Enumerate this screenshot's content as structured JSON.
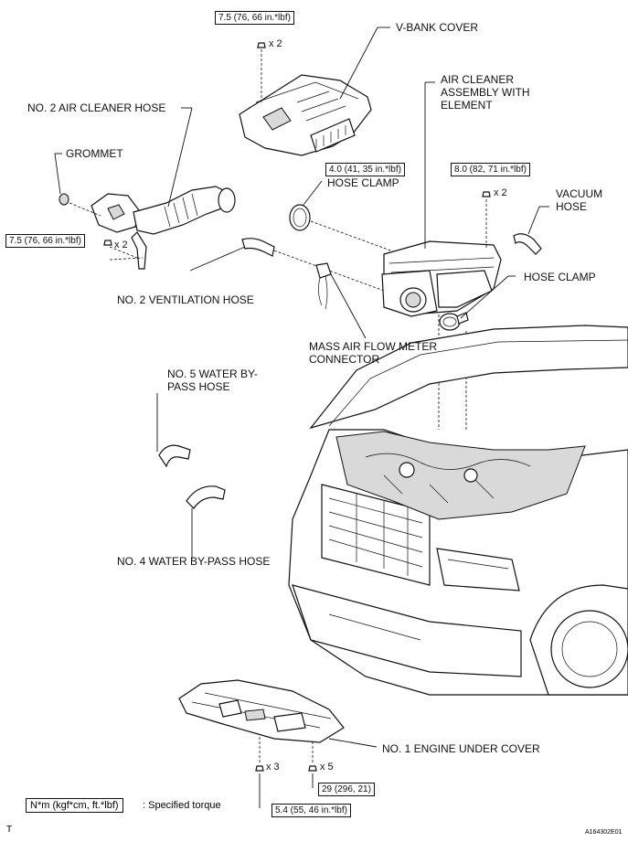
{
  "labels": {
    "v_bank_cover": "V-BANK COVER",
    "air_cleaner_assembly": "AIR CLEANER ASSEMBLY WITH ELEMENT",
    "no2_air_cleaner_hose": "NO. 2 AIR CLEANER HOSE",
    "grommet": "GROMMET",
    "hose_clamp_top": "HOSE CLAMP",
    "vacuum_hose": "VACUUM HOSE",
    "hose_clamp_right": "HOSE CLAMP",
    "no2_ventilation_hose": "NO. 2 VENTILATION HOSE",
    "maf_connector": "MASS AIR FLOW METER CONNECTOR",
    "no5_water_bypass": "NO. 5 WATER BY-PASS HOSE",
    "no4_water_bypass": "NO. 4 WATER BY-PASS HOSE",
    "no1_engine_under_cover": "NO. 1 ENGINE UNDER COVER"
  },
  "torques": {
    "v_bank": "7.5 (76, 66 in.*lbf)",
    "hose_clamp": "4.0 (41, 35 in.*lbf)",
    "air_cleaner": "8.0 (82, 71 in.*lbf)",
    "air_cleaner_hose": "7.5 (76, 66 in.*lbf)",
    "under_cover_a": "29 (296, 21)",
    "under_cover_b": "5.4 (55, 46 in.*lbf)"
  },
  "quantities": {
    "v_bank": "x 2",
    "air_cleaner": "x 2",
    "air_cleaner_hose": "x 2",
    "under_cover_a": "x 3",
    "under_cover_b": "x 5"
  },
  "legend": {
    "unit": "N*m (kgf*cm, ft.*lbf)",
    "text": ": Specified torque"
  },
  "corner_mark": "T",
  "figure_id": "A164302E01"
}
